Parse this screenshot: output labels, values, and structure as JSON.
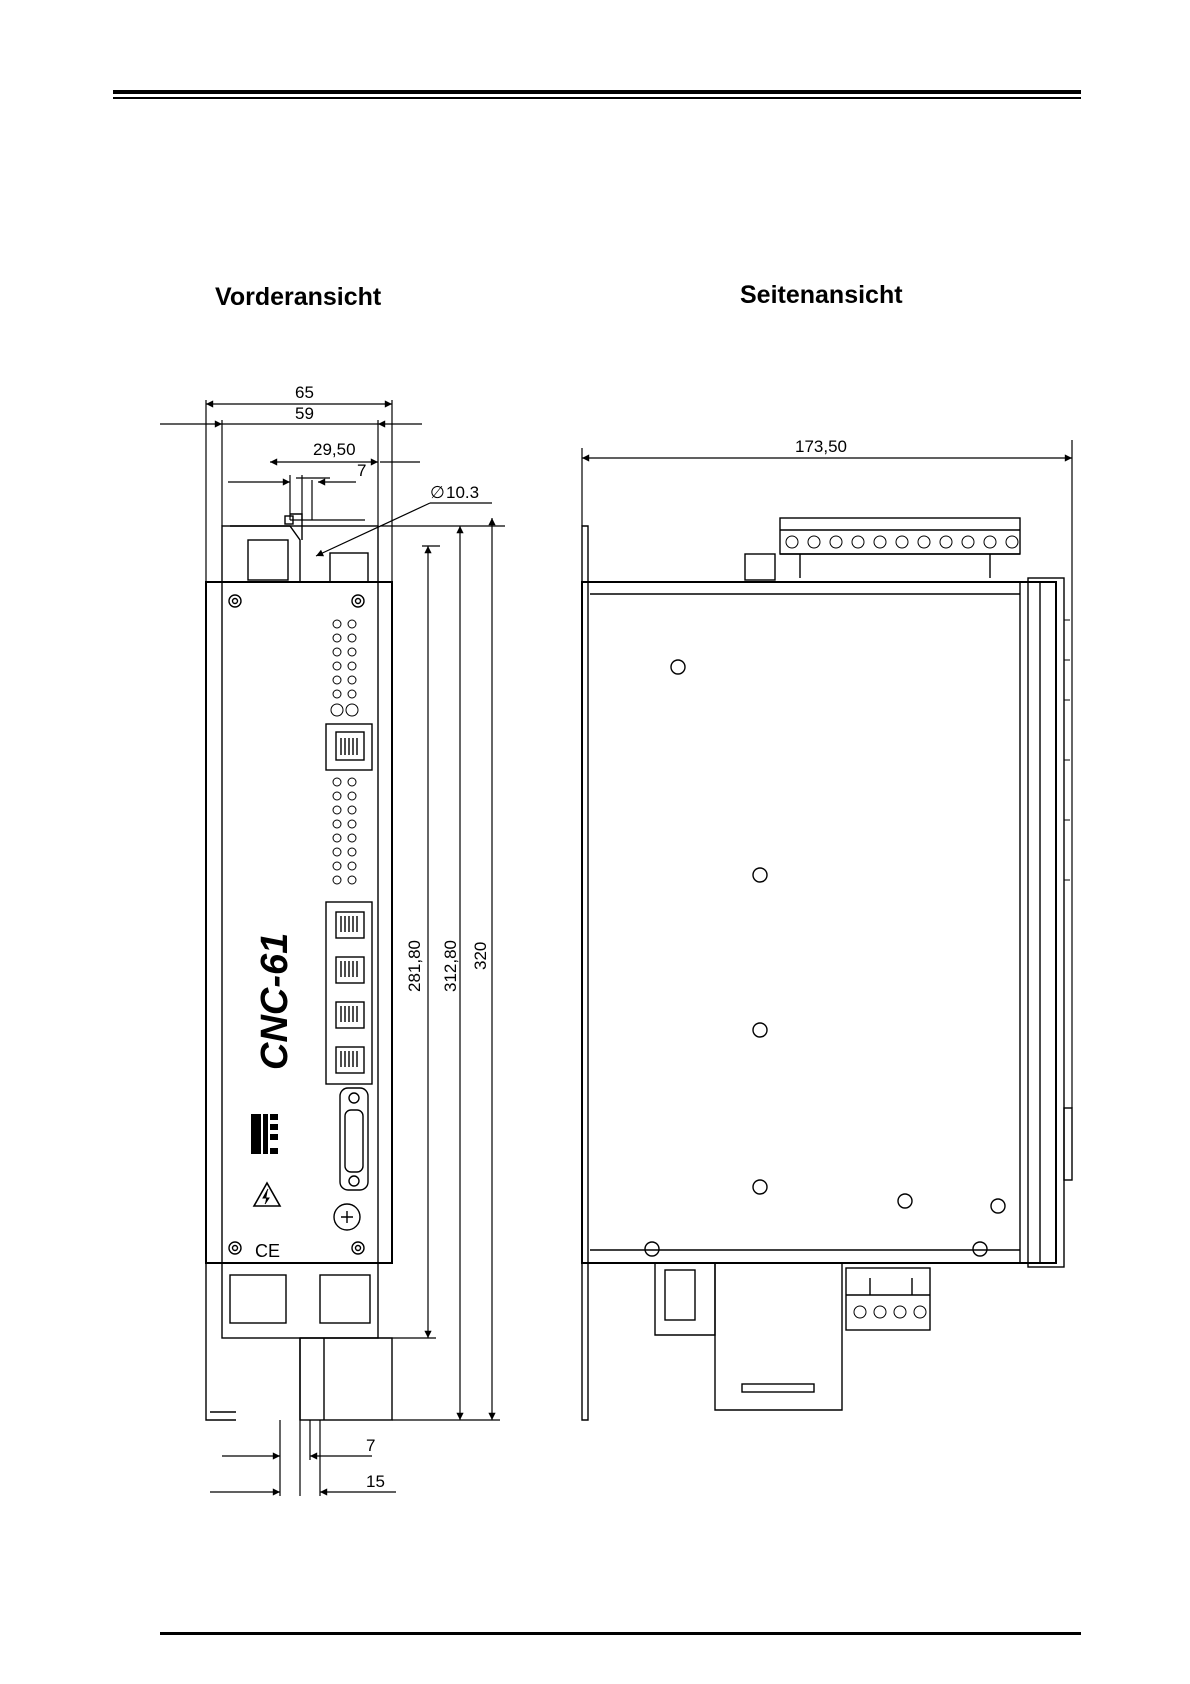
{
  "titles": {
    "front_view": "Vorderansicht",
    "side_view": "Seitenansicht"
  },
  "product": {
    "model": "CNC-61",
    "ce_mark": "CE"
  },
  "dimensions": {
    "width_total": "65",
    "width_inner": "59",
    "top_offset": "29,50",
    "top_small": "7",
    "hole_diameter": "10.3",
    "diameter_symbol": "∅",
    "height_inner": "281,80",
    "height_mid": "312,80",
    "height_total": "320",
    "depth": "173,50",
    "bottom_small": "7",
    "bottom_large": "15"
  }
}
